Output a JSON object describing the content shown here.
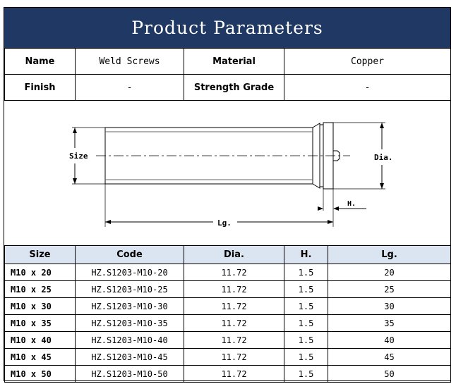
{
  "title": "Product Parameters",
  "info": {
    "name_label": "Name",
    "name_value": "Weld Screws",
    "material_label": "Material",
    "material_value": "Copper",
    "finish_label": "Finish",
    "finish_value": "-",
    "strength_label": "Strength Grade",
    "strength_value": "-"
  },
  "diagram": {
    "size_label": "Size",
    "dia_label": "Dia.",
    "h_label": "H.",
    "lg_label": "Lg."
  },
  "spec": {
    "headers": [
      "Size",
      "Code",
      "Dia.",
      "H.",
      "Lg."
    ],
    "rows": [
      [
        "M10 x 20",
        "HZ.S1203-M10-20",
        "11.72",
        "1.5",
        "20"
      ],
      [
        "M10 x 25",
        "HZ.S1203-M10-25",
        "11.72",
        "1.5",
        "25"
      ],
      [
        "M10 x 30",
        "HZ.S1203-M10-30",
        "11.72",
        "1.5",
        "30"
      ],
      [
        "M10 x 35",
        "HZ.S1203-M10-35",
        "11.72",
        "1.5",
        "35"
      ],
      [
        "M10 x 40",
        "HZ.S1203-M10-40",
        "11.72",
        "1.5",
        "40"
      ],
      [
        "M10 x 45",
        "HZ.S1203-M10-45",
        "11.72",
        "1.5",
        "45"
      ],
      [
        "M10 x 50",
        "HZ.S1203-M10-50",
        "11.72",
        "1.5",
        "50"
      ]
    ]
  }
}
